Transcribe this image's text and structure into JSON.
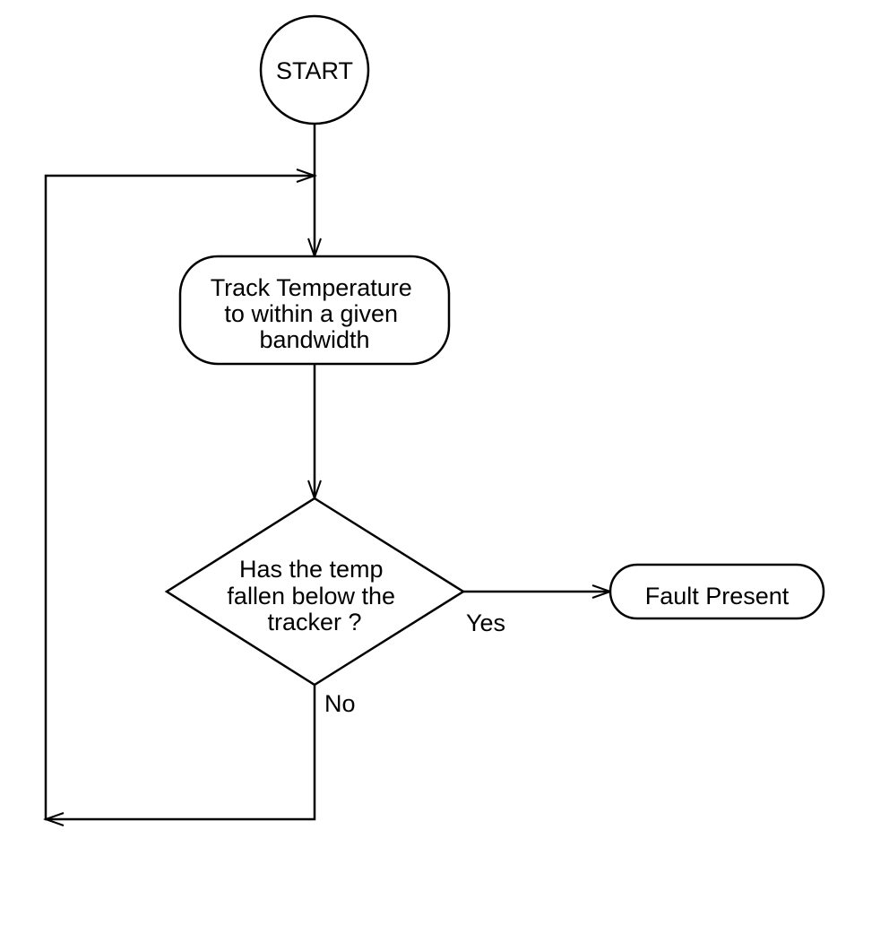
{
  "nodes": {
    "start": {
      "text": "START"
    },
    "track": {
      "lines": [
        "Track Temperature",
        "to within a given",
        "bandwidth"
      ]
    },
    "decision": {
      "lines": [
        "Has the temp",
        "fallen below the",
        "tracker ?"
      ]
    },
    "fault": {
      "text": "Fault Present"
    }
  },
  "edges": {
    "yes_label": "Yes",
    "no_label": "No"
  }
}
